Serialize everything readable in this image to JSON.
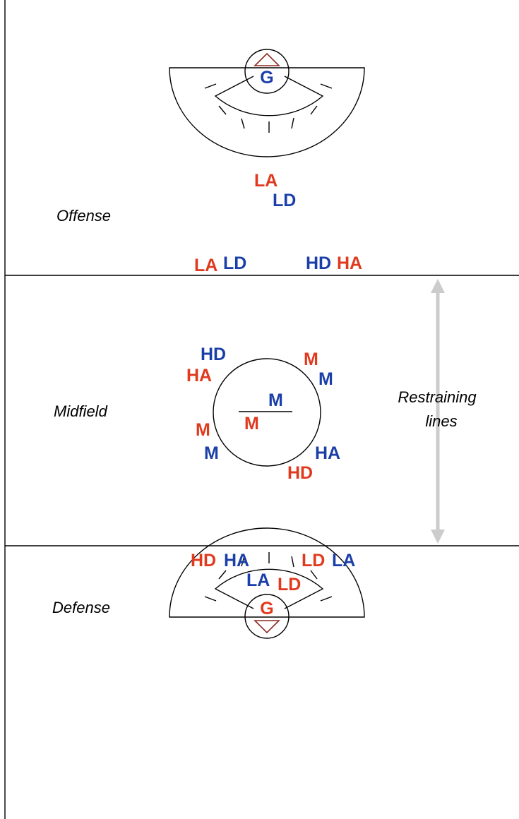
{
  "colors": {
    "red": "#e03a1e",
    "blue": "#1a3fa8",
    "arrow": "#cccccc",
    "goal_triangle": "#8b2a20"
  },
  "zones": {
    "offense": "Offense",
    "midfield": "Midfield",
    "defense": "Defense"
  },
  "restraining_note": {
    "line1": "Restraining",
    "line2": "lines"
  },
  "goal_top": {
    "label": "G",
    "team": "blue"
  },
  "goal_bottom": {
    "label": "G",
    "team": "red"
  },
  "offense_players": [
    {
      "label": "LA",
      "team": "red"
    },
    {
      "label": "LD",
      "team": "blue"
    }
  ],
  "upper_line_players": [
    {
      "label": "LA",
      "team": "red"
    },
    {
      "label": "LD",
      "team": "blue"
    },
    {
      "label": "HD",
      "team": "blue"
    },
    {
      "label": "HA",
      "team": "red"
    }
  ],
  "midfield_players": [
    {
      "label": "HD",
      "team": "blue"
    },
    {
      "label": "HA",
      "team": "red"
    },
    {
      "label": "M",
      "team": "red"
    },
    {
      "label": "M",
      "team": "blue"
    },
    {
      "label": "M",
      "team": "blue"
    },
    {
      "label": "M",
      "team": "red"
    },
    {
      "label": "M",
      "team": "red"
    },
    {
      "label": "M",
      "team": "blue"
    },
    {
      "label": "HA",
      "team": "blue"
    },
    {
      "label": "HD",
      "team": "red"
    }
  ],
  "lower_line_players": [
    {
      "label": "HD",
      "team": "red"
    },
    {
      "label": "HA",
      "team": "blue"
    },
    {
      "label": "LD",
      "team": "red"
    },
    {
      "label": "LA",
      "team": "blue"
    }
  ],
  "defense_players": [
    {
      "label": "LA",
      "team": "blue"
    },
    {
      "label": "LD",
      "team": "red"
    }
  ]
}
